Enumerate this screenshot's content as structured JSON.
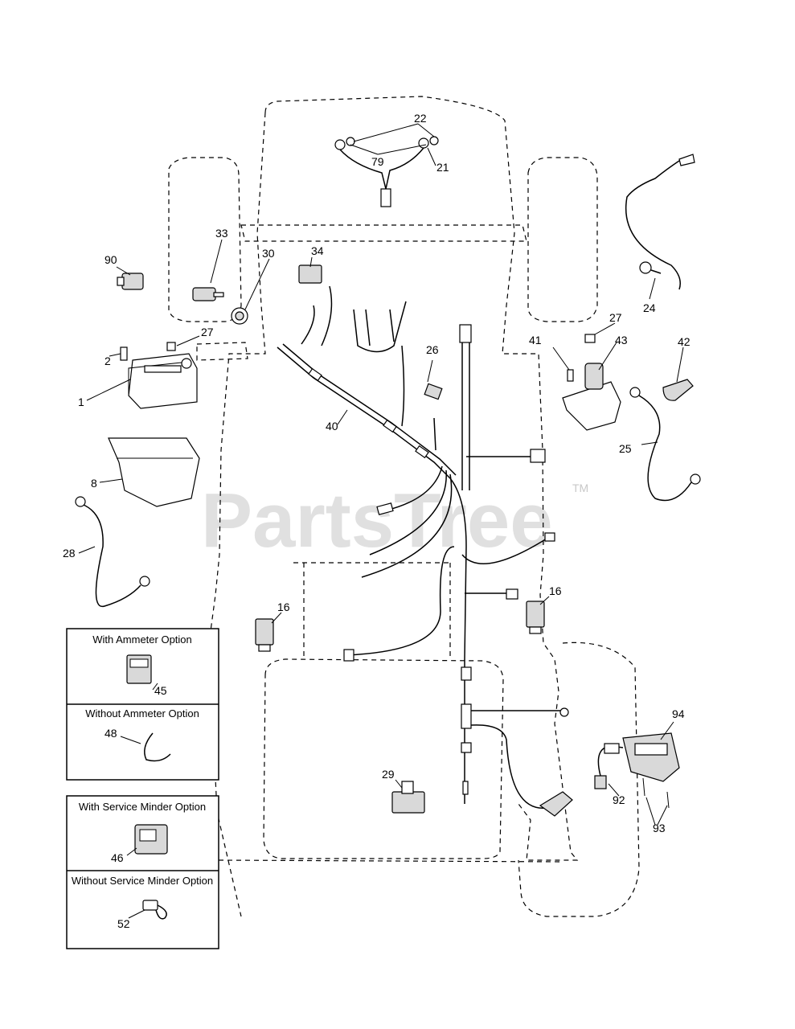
{
  "watermark": {
    "text": "PartsTree",
    "trademark": "TM"
  },
  "callouts": {
    "c22": "22",
    "c79": "79",
    "c21": "21",
    "c33": "33",
    "c30": "30",
    "c90": "90",
    "c34": "34",
    "c27a": "27",
    "c27b": "27",
    "c2": "2",
    "c1": "1",
    "c8": "8",
    "c28": "28",
    "c40": "40",
    "c26": "26",
    "c24": "24",
    "c41": "41",
    "c43": "43",
    "c42": "42",
    "c25": "25",
    "c16a": "16",
    "c16b": "16",
    "c29": "29",
    "c94": "94",
    "c92": "92",
    "c93": "93",
    "c45": "45",
    "c48": "48",
    "c46": "46",
    "c52": "52"
  },
  "option_boxes": {
    "ammeter": {
      "with": "With Ammeter Option",
      "without": "Without Ammeter Option"
    },
    "service_minder": {
      "with": "With Service Minder Option",
      "without": "Without Service Minder Option"
    }
  }
}
